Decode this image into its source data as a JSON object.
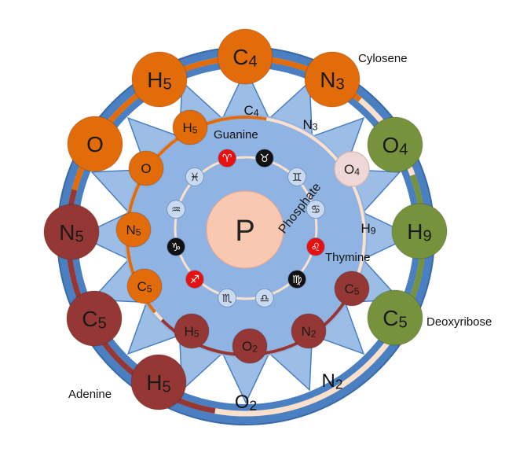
{
  "colors": {
    "outer_ring": "#4a7fc1",
    "star_fill": "#9bbde6",
    "inner_disc": "#8fb3e3",
    "center_fill": "#f8c8b0",
    "orange": "#e26b0a",
    "maroon": "#953735",
    "green": "#76923c",
    "pale_pink": "#eed7d4",
    "connector_light": "#fbe0cb",
    "zodiac_red": "#e81111",
    "zodiac_black": "#111111",
    "zodiac_light": "#c9d9ef"
  },
  "center": {
    "label": "P"
  },
  "phosphate_label": "Phosphate",
  "bases": {
    "cylosene": "Cylosene",
    "guanine": "Guanine",
    "thymine": "Thymine",
    "deoxyribose": "Deoxyribose",
    "adenine": "Adenine"
  },
  "outer_nodes": [
    {
      "id": "outer-c4",
      "sym": "C",
      "sub": "4",
      "color": "orange"
    },
    {
      "id": "outer-n3",
      "sym": "N",
      "sub": "3",
      "color": "orange"
    },
    {
      "id": "outer-o4",
      "sym": "O",
      "sub": "4",
      "color": "green"
    },
    {
      "id": "outer-h9",
      "sym": "H",
      "sub": "9",
      "color": "green"
    },
    {
      "id": "outer-c5-green",
      "sym": "C",
      "sub": "5",
      "color": "green"
    },
    {
      "id": "outer-h5-maroon",
      "sym": "H",
      "sub": "5",
      "color": "maroon"
    },
    {
      "id": "outer-c5-maroon",
      "sym": "C",
      "sub": "5",
      "color": "maroon"
    },
    {
      "id": "outer-n5",
      "sym": "N",
      "sub": "5",
      "color": "maroon"
    },
    {
      "id": "outer-o",
      "sym": "O",
      "sub": "",
      "color": "orange"
    },
    {
      "id": "outer-h5-orange",
      "sym": "H",
      "sub": "5",
      "color": "orange"
    }
  ],
  "inner_nodes": [
    {
      "id": "inner-h5-orange",
      "sym": "H",
      "sub": "5",
      "color": "orange"
    },
    {
      "id": "inner-o4",
      "sym": "O",
      "sub": "4",
      "color": "pale_pink"
    },
    {
      "id": "inner-c5-maroon",
      "sym": "C",
      "sub": "5",
      "color": "maroon"
    },
    {
      "id": "inner-n2",
      "sym": "N",
      "sub": "2",
      "color": "maroon"
    },
    {
      "id": "inner-o2",
      "sym": "O",
      "sub": "2",
      "color": "maroon"
    },
    {
      "id": "inner-h5-maroon",
      "sym": "H",
      "sub": "5",
      "color": "maroon"
    },
    {
      "id": "inner-c5-orange",
      "sym": "C",
      "sub": "5",
      "color": "orange"
    },
    {
      "id": "inner-n5",
      "sym": "N",
      "sub": "5",
      "color": "orange"
    },
    {
      "id": "inner-o",
      "sym": "O",
      "sub": "",
      "color": "orange"
    }
  ],
  "plain_labels": [
    {
      "id": "label-c4",
      "sym": "C",
      "sub": "4"
    },
    {
      "id": "label-n3",
      "sym": "N",
      "sub": "3"
    },
    {
      "id": "label-h9",
      "sym": "H",
      "sub": "9"
    },
    {
      "id": "label-n2",
      "sym": "N",
      "sub": "2"
    },
    {
      "id": "label-o2",
      "sym": "O",
      "sub": "2"
    }
  ],
  "zodiac": [
    {
      "id": "taurus",
      "glyph": "♉",
      "style": "black"
    },
    {
      "id": "gemini",
      "glyph": "♊",
      "style": "light"
    },
    {
      "id": "cancer",
      "glyph": "♋",
      "style": "light"
    },
    {
      "id": "leo",
      "glyph": "♌",
      "style": "red"
    },
    {
      "id": "virgo",
      "glyph": "♍",
      "style": "black"
    },
    {
      "id": "libra",
      "glyph": "♎",
      "style": "light"
    },
    {
      "id": "scorpio",
      "glyph": "♏",
      "style": "light"
    },
    {
      "id": "sagittarius",
      "glyph": "♐",
      "style": "red"
    },
    {
      "id": "capricorn",
      "glyph": "♑",
      "style": "black"
    },
    {
      "id": "aquarius",
      "glyph": "♒",
      "style": "light"
    },
    {
      "id": "pisces",
      "glyph": "♓",
      "style": "light"
    },
    {
      "id": "aries",
      "glyph": "♈",
      "style": "red"
    }
  ]
}
